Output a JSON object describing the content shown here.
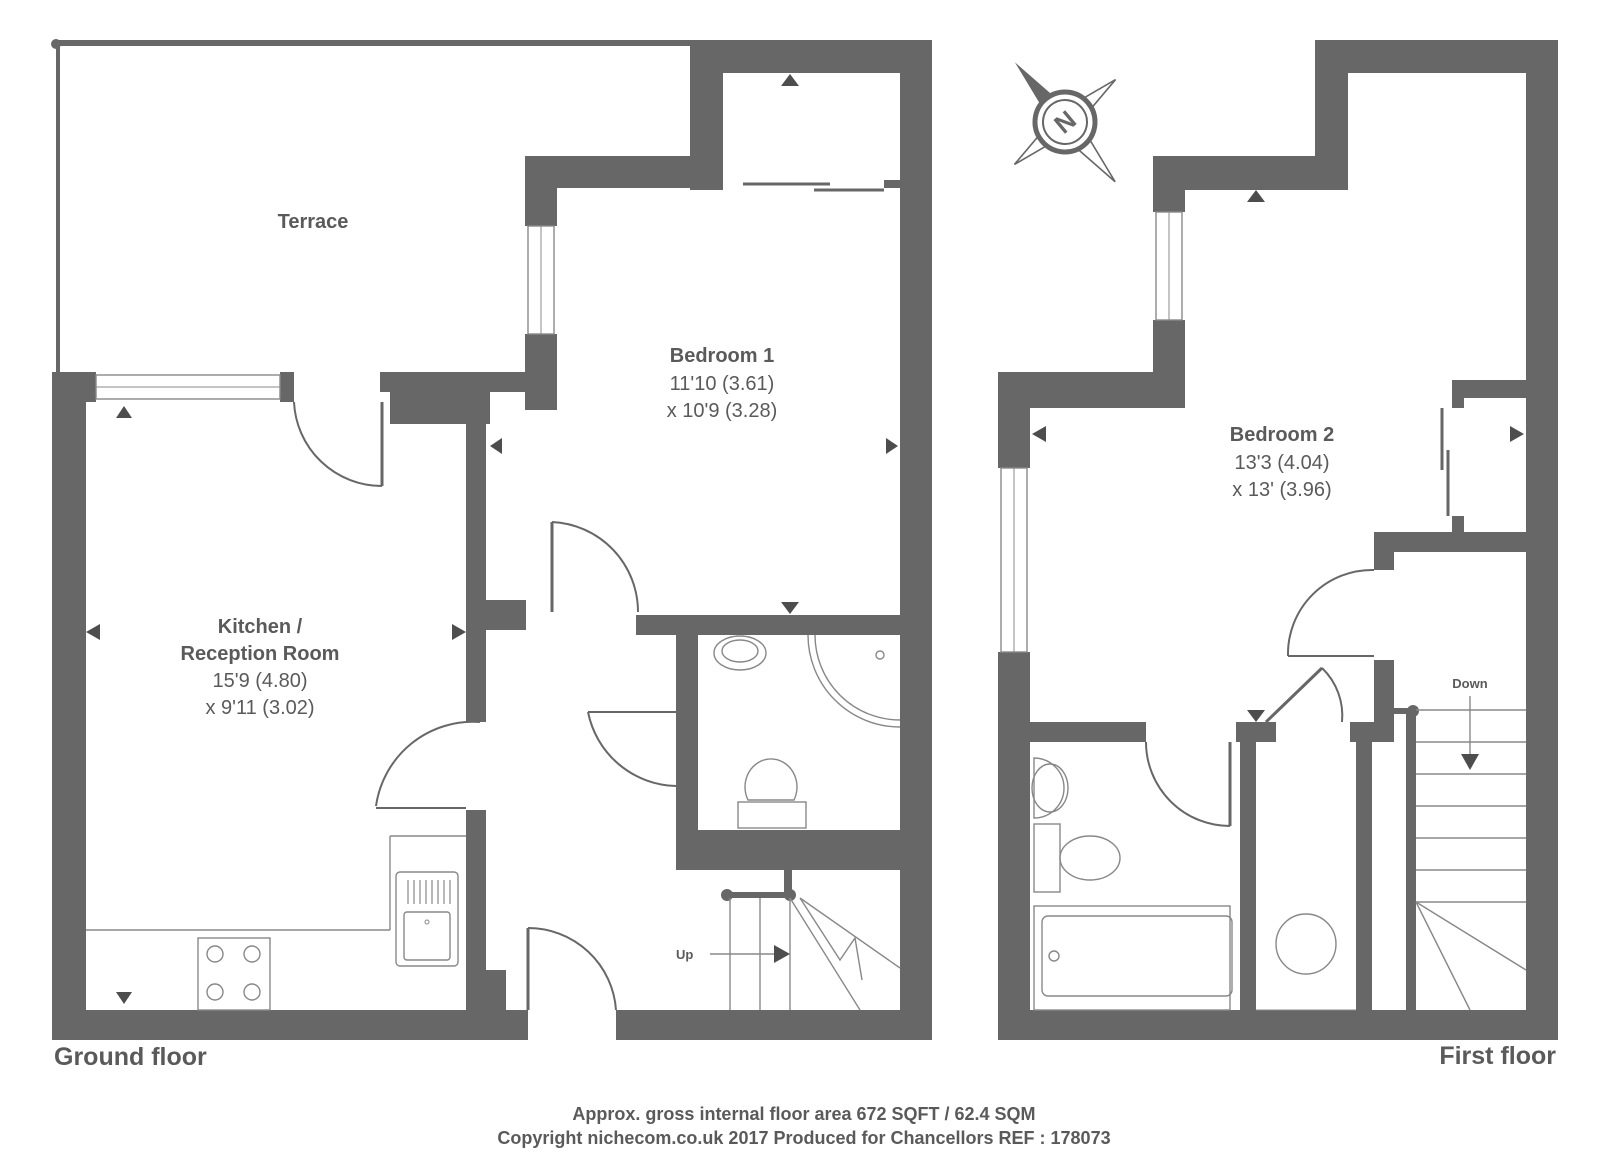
{
  "ground_floor": {
    "label": "Ground floor",
    "terrace": {
      "name": "Terrace"
    },
    "bedroom1": {
      "name": "Bedroom 1",
      "dim1": "11'10 (3.61)",
      "dim2": "x 10'9 (3.28)"
    },
    "kitchen": {
      "name1": "Kitchen /",
      "name2": "Reception Room",
      "dim1": "15'9 (4.80)",
      "dim2": "x 9'11 (3.02)"
    },
    "stairs_label": "Up"
  },
  "first_floor": {
    "label": "First floor",
    "bedroom2": {
      "name": "Bedroom 2",
      "dim1": "13'3 (4.04)",
      "dim2": "x 13' (3.96)"
    },
    "stairs_label": "Down"
  },
  "compass": {
    "letter": "N",
    "icon": "compass-rose-icon"
  },
  "footer": {
    "line1": "Approx. gross internal floor area 672 SQFT / 62.4 SQM",
    "line2": "Copyright nichecom.co.uk 2017 Produced for Chancellors REF : 178073"
  },
  "colors": {
    "wall": "#676767",
    "text": "#5a5a5a",
    "line": "#888888"
  }
}
